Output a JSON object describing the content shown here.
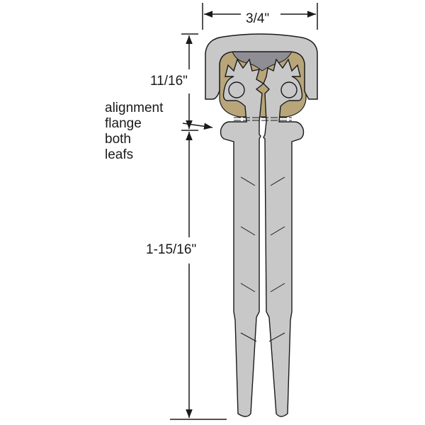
{
  "dimensions": {
    "width": "3/4\"",
    "cap_height": "11/16\"",
    "leaf_length": "1-15/16\""
  },
  "callout": {
    "lines": [
      "alignment",
      "flange",
      "both",
      "leafs"
    ]
  },
  "colors": {
    "metal": "#c8c8c8",
    "bearing": "#b8a67a",
    "insert": "#8e8e94",
    "line": "#1a1a1a"
  }
}
